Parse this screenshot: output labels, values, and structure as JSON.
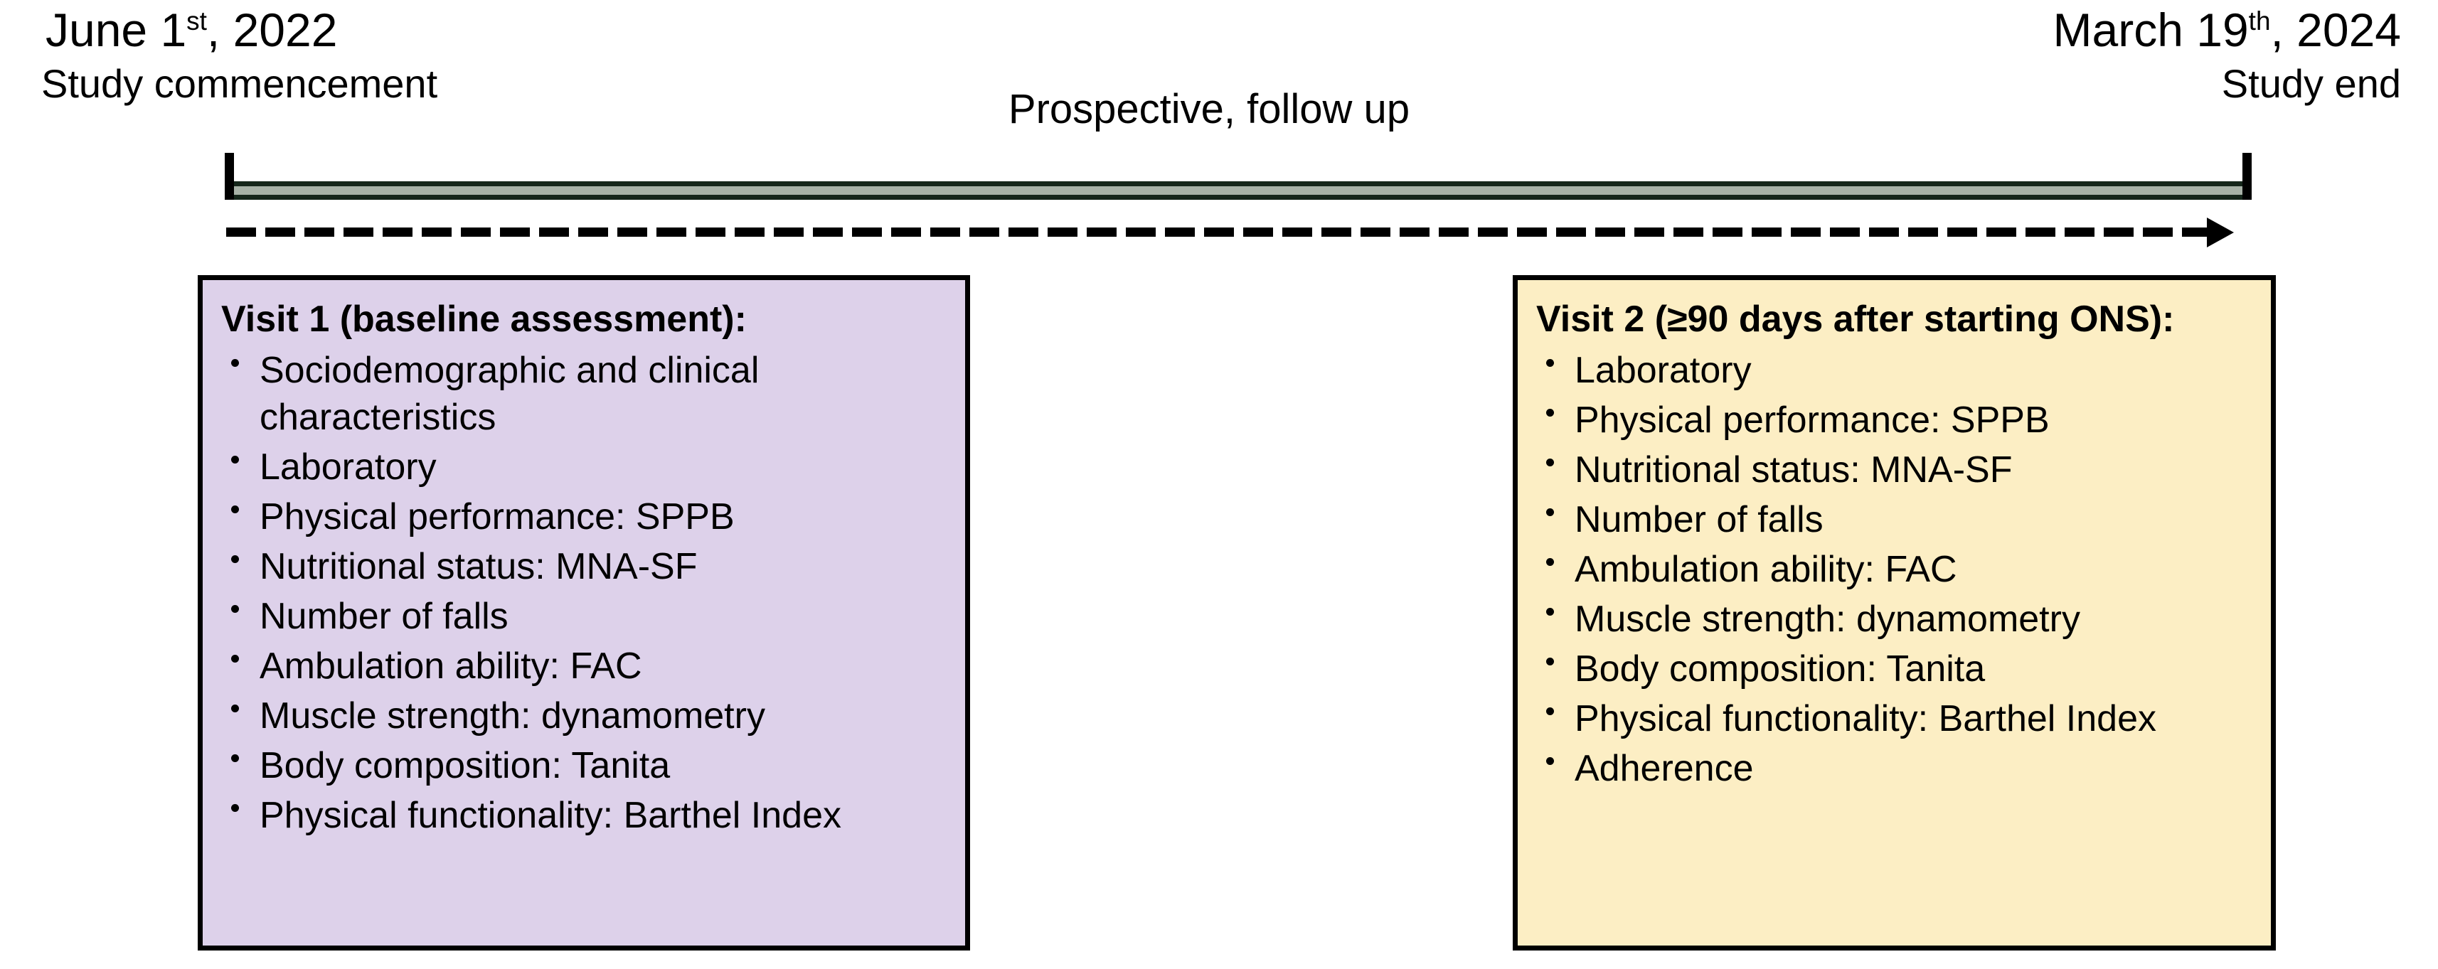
{
  "timeline": {
    "start": {
      "date_prefix": "June 1",
      "date_ordinal": "st",
      "date_suffix": ", 2022",
      "caption": "Study commencement"
    },
    "end": {
      "date_prefix": "March 19",
      "date_ordinal": "th",
      "date_suffix": ", 2024",
      "caption": "Study end"
    },
    "middle_label": "Prospective, follow up",
    "bar_fill_color": "#a7b2a7",
    "bar_border_color": "#15271b",
    "arrow_color": "#000000"
  },
  "visits": [
    {
      "title": "Visit 1 (baseline assessment):",
      "fill_color": "#ddd1ea",
      "border_color": "#000000",
      "items": [
        "Sociodemographic and clinical characteristics",
        "Laboratory",
        "Physical performance: SPPB",
        "Nutritional status: MNA-SF",
        "Number of falls",
        "Ambulation ability: FAC",
        "Muscle strength: dynamometry",
        "Body composition: Tanita",
        "Physical functionality: Barthel Index"
      ]
    },
    {
      "title": "Visit 2 (≥90 days after starting ONS):",
      "fill_color": "#fceec4",
      "border_color": "#000000",
      "items": [
        "Laboratory",
        "Physical performance: SPPB",
        "Nutritional status: MNA-SF",
        "Number of falls",
        "Ambulation ability: FAC",
        "Muscle strength: dynamometry",
        "Body composition: Tanita",
        "Physical functionality: Barthel Index",
        "Adherence"
      ]
    }
  ]
}
